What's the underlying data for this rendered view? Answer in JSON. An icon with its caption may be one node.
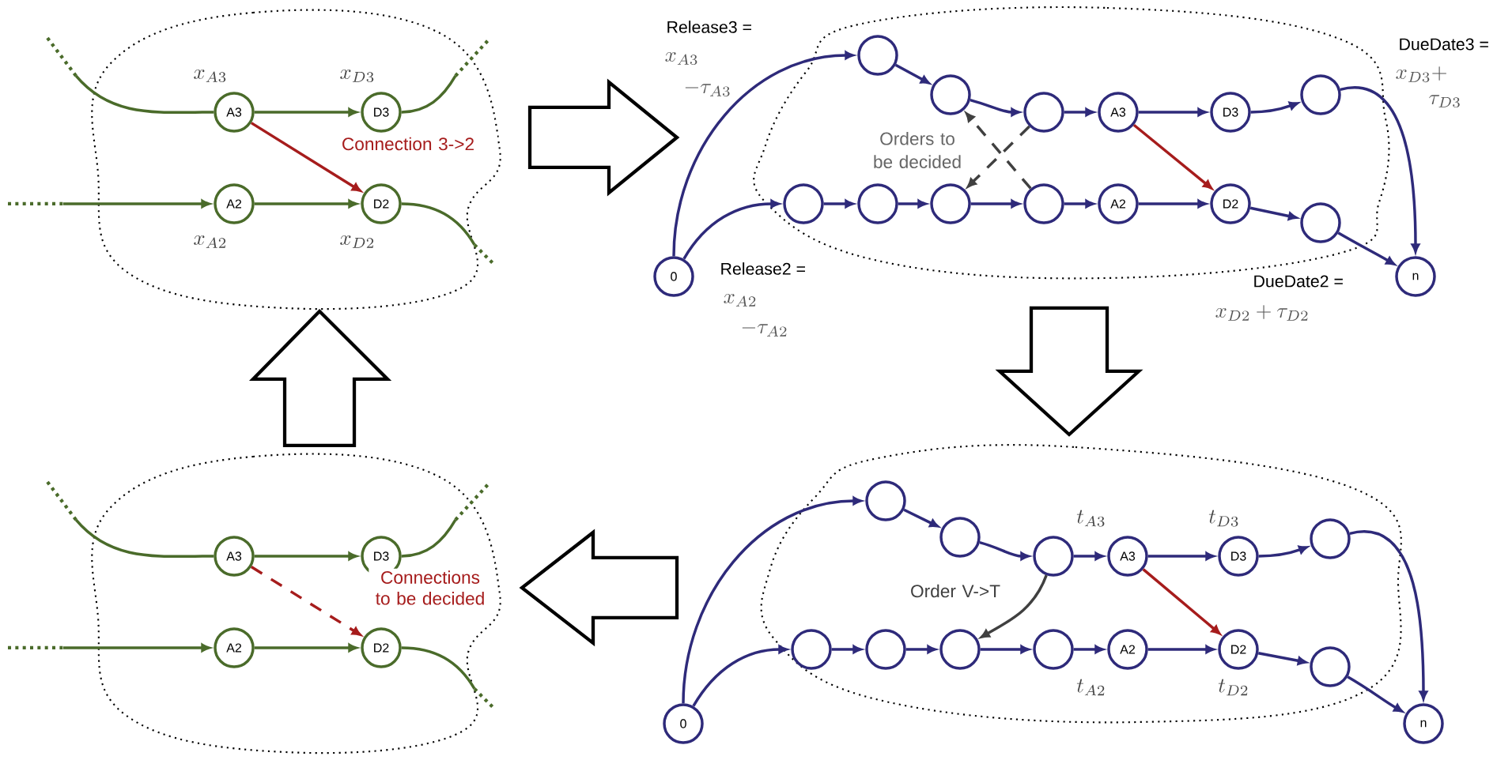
{
  "diagram": {
    "nodes": [
      {
        "text": [
          "A3"
        ],
        "beside": [
          "x_{A3}"
        ]
      },
      {
        "text": [
          "D3"
        ],
        "beside": [
          "x_{D3}"
        ]
      },
      {
        "text": [
          "A2"
        ],
        "beside": [
          "x_{A2}"
        ]
      },
      {
        "text": [
          "D2"
        ],
        "beside": [
          "x_{D2}"
        ]
      },
      {
        "text": [],
        "shape": "circle"
      },
      {
        "text": [],
        "shape": "circle"
      },
      {
        "text": [],
        "shape": "circle"
      },
      {
        "text": [
          "A3"
        ]
      },
      {
        "text": [
          "D3"
        ]
      },
      {
        "text": [],
        "shape": "circle"
      },
      {
        "text": [],
        "shape": "circle"
      },
      {
        "text": [],
        "shape": "circle"
      },
      {
        "text": [],
        "shape": "circle"
      },
      {
        "text": [],
        "shape": "circle"
      },
      {
        "text": [
          "A2"
        ]
      },
      {
        "text": [
          "D2"
        ]
      },
      {
        "text": [],
        "shape": "circle"
      },
      {
        "text": [
          "0"
        ]
      },
      {
        "text": [
          "n"
        ]
      },
      {
        "text": [],
        "shape": "circle"
      },
      {
        "text": [],
        "shape": "circle"
      },
      {
        "text": [],
        "shape": "circle"
      },
      {
        "text": [
          "A3"
        ],
        "beside": [
          "t_{A3}"
        ]
      },
      {
        "text": [
          "D3"
        ],
        "beside": [
          "t_{D3}"
        ]
      },
      {
        "text": [],
        "shape": "circle"
      },
      {
        "text": [],
        "shape": "circle"
      },
      {
        "text": [],
        "shape": "circle"
      },
      {
        "text": [],
        "shape": "circle"
      },
      {
        "text": [],
        "shape": "circle"
      },
      {
        "text": [
          "A2"
        ],
        "beside": [
          "t_{A2}"
        ]
      },
      {
        "text": [
          "D2"
        ],
        "beside": [
          "t_{D2}"
        ]
      },
      {
        "text": [],
        "shape": "circle"
      },
      {
        "text": [
          "0"
        ]
      },
      {
        "text": [
          "n"
        ]
      },
      {
        "text": [
          "A3"
        ]
      },
      {
        "text": [
          "D3"
        ]
      },
      {
        "text": [
          "A2"
        ]
      },
      {
        "text": [
          "D2"
        ]
      }
    ],
    "edges": [
      {
        "from": null,
        "to": 0,
        "arrow": "none",
        "color": "#4a6b2a"
      },
      {
        "from": 0,
        "to": 1,
        "arrow": "to",
        "color": "#4a6b2a"
      },
      {
        "from": 1,
        "to": null,
        "arrow": "none",
        "color": "#4a6b2a"
      },
      {
        "from": null,
        "to": 2,
        "arrow": "to",
        "color": "#4a6b2a"
      },
      {
        "from": 2,
        "to": 3,
        "arrow": "to",
        "color": "#4a6b2a"
      },
      {
        "from": 3,
        "to": null,
        "arrow": "none",
        "color": "#4a6b2a"
      },
      {
        "from": 0,
        "to": 3,
        "arrow": "to",
        "color": "#a61c1c",
        "label": "Connection 3->2"
      },
      {
        "from": 17,
        "to": 4,
        "arrow": "to"
      },
      {
        "from": 4,
        "to": 5,
        "arrow": "to"
      },
      {
        "from": 5,
        "to": 6,
        "arrow": "to"
      },
      {
        "from": 6,
        "to": 7,
        "arrow": "to"
      },
      {
        "from": 7,
        "to": 8,
        "arrow": "to"
      },
      {
        "from": 8,
        "to": 9,
        "arrow": "to"
      },
      {
        "from": 9,
        "to": 18,
        "arrow": "to"
      },
      {
        "from": 17,
        "to": 10,
        "arrow": "to"
      },
      {
        "from": 10,
        "to": 11,
        "arrow": "to"
      },
      {
        "from": 11,
        "to": 12,
        "arrow": "to"
      },
      {
        "from": 12,
        "to": 13,
        "arrow": "to"
      },
      {
        "from": 13,
        "to": 14,
        "arrow": "to"
      },
      {
        "from": 14,
        "to": 15,
        "arrow": "to"
      },
      {
        "from": 15,
        "to": 16,
        "arrow": "to"
      },
      {
        "from": 16,
        "to": 18,
        "arrow": "to"
      },
      {
        "from": 7,
        "to": 15,
        "arrow": "to",
        "color": "#a61c1c"
      },
      {
        "from": 6,
        "to": 12,
        "arrow": "to",
        "style": "dashed",
        "color": "#404040"
      },
      {
        "from": 13,
        "to": 5,
        "arrow": "to",
        "style": "dashed",
        "color": "#404040"
      },
      {
        "from": 32,
        "to": 19,
        "arrow": "to"
      },
      {
        "from": 19,
        "to": 20,
        "arrow": "to"
      },
      {
        "from": 20,
        "to": 21,
        "arrow": "to"
      },
      {
        "from": 21,
        "to": 22,
        "arrow": "to"
      },
      {
        "from": 22,
        "to": 23,
        "arrow": "to"
      },
      {
        "from": 23,
        "to": 24,
        "arrow": "to"
      },
      {
        "from": 24,
        "to": 33,
        "arrow": "to"
      },
      {
        "from": 32,
        "to": 25,
        "arrow": "to"
      },
      {
        "from": 25,
        "to": 26,
        "arrow": "to"
      },
      {
        "from": 26,
        "to": 27,
        "arrow": "to"
      },
      {
        "from": 27,
        "to": 28,
        "arrow": "to"
      },
      {
        "from": 28,
        "to": 29,
        "arrow": "to"
      },
      {
        "from": 29,
        "to": 30,
        "arrow": "to"
      },
      {
        "from": 30,
        "to": 31,
        "arrow": "to"
      },
      {
        "from": 31,
        "to": 33,
        "arrow": "to"
      },
      {
        "from": 22,
        "to": 30,
        "arrow": "to",
        "color": "#a61c1c"
      },
      {
        "from": 21,
        "to": 27,
        "arrow": "to",
        "color": "#404040",
        "label": "Order V->T"
      },
      {
        "from": null,
        "to": 34,
        "arrow": "none",
        "color": "#4a6b2a"
      },
      {
        "from": 34,
        "to": 35,
        "arrow": "to",
        "color": "#4a6b2a"
      },
      {
        "from": 35,
        "to": null,
        "arrow": "none",
        "color": "#4a6b2a"
      },
      {
        "from": null,
        "to": 36,
        "arrow": "to",
        "color": "#4a6b2a"
      },
      {
        "from": 36,
        "to": 37,
        "arrow": "to",
        "color": "#4a6b2a"
      },
      {
        "from": 37,
        "to": null,
        "arrow": "none",
        "color": "#4a6b2a"
      },
      {
        "from": 34,
        "to": 37,
        "arrow": "to",
        "style": "dashed",
        "color": "#a61c1c",
        "label": "Connections to be decided"
      }
    ],
    "labels": [
      "Release3 =",
      "x_{A3}",
      "-\\tau_{A3}",
      "DueDate3 =",
      "x_{D3}+",
      "\\tau_{D3}",
      "Orders to be decided",
      "Release2 =",
      "x_{A2}",
      "-\\tau_{A2}",
      "DueDate2 =",
      "x_{D2}+\\tau_{D2}"
    ]
  }
}
